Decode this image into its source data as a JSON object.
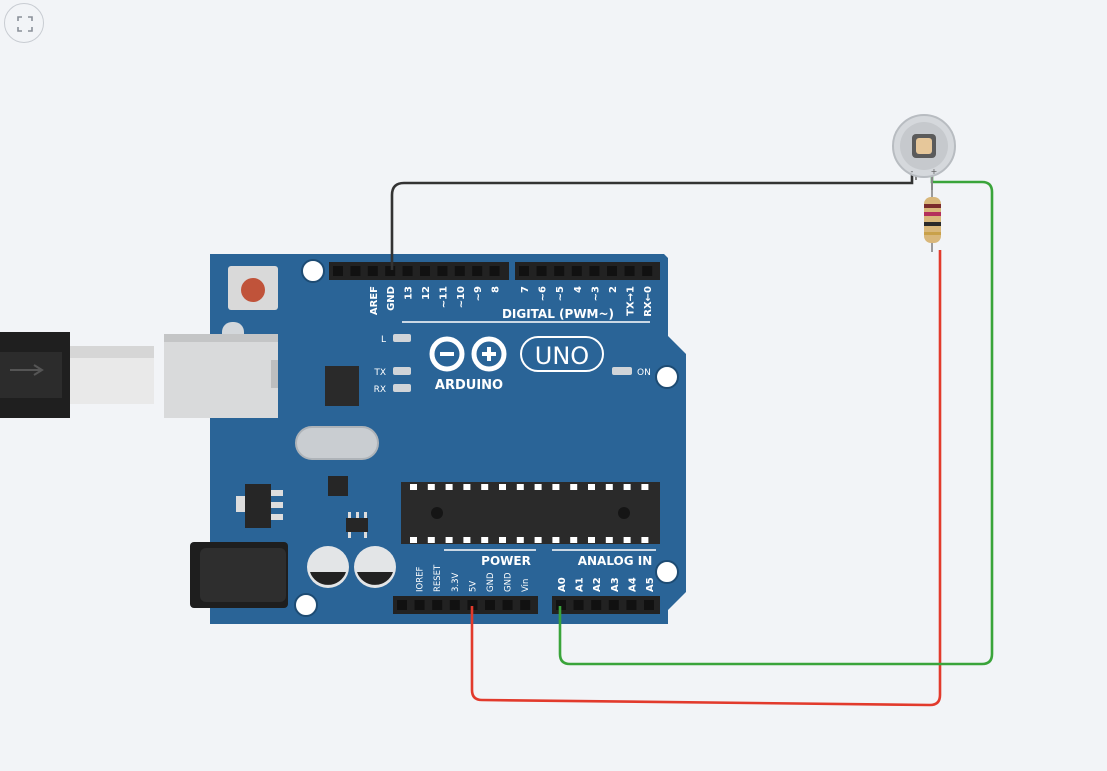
{
  "board": {
    "name": "ARDUINO",
    "model": "UNO",
    "digital_header_label": "DIGITAL (PWM~)",
    "power_header_label": "POWER",
    "analog_header_label": "ANALOG IN",
    "on_label": "ON",
    "led_labels": {
      "l": "L",
      "tx": "TX",
      "rx": "RX"
    },
    "digital_pins": [
      "AREF",
      "GND",
      "13",
      "12",
      "~11",
      "~10",
      "~9",
      "8",
      "7",
      "~6",
      "~5",
      "4",
      "~3",
      "2",
      "TX→1",
      "RX←0"
    ],
    "power_pins": [
      "IOREF",
      "RESET",
      "3.3V",
      "5V",
      "GND",
      "GND",
      "Vin"
    ],
    "analog_pins": [
      "A0",
      "A1",
      "A2",
      "A3",
      "A4",
      "A5"
    ]
  },
  "sensor": {
    "minus": "-",
    "plus": "+"
  },
  "colors": {
    "board": "#2a6497",
    "background": "#f2f4f7",
    "wire_black": "#333333",
    "wire_red": "#e23a2c",
    "wire_green": "#3aa43a"
  },
  "icons": {
    "fit": "fit-to-screen-icon"
  }
}
